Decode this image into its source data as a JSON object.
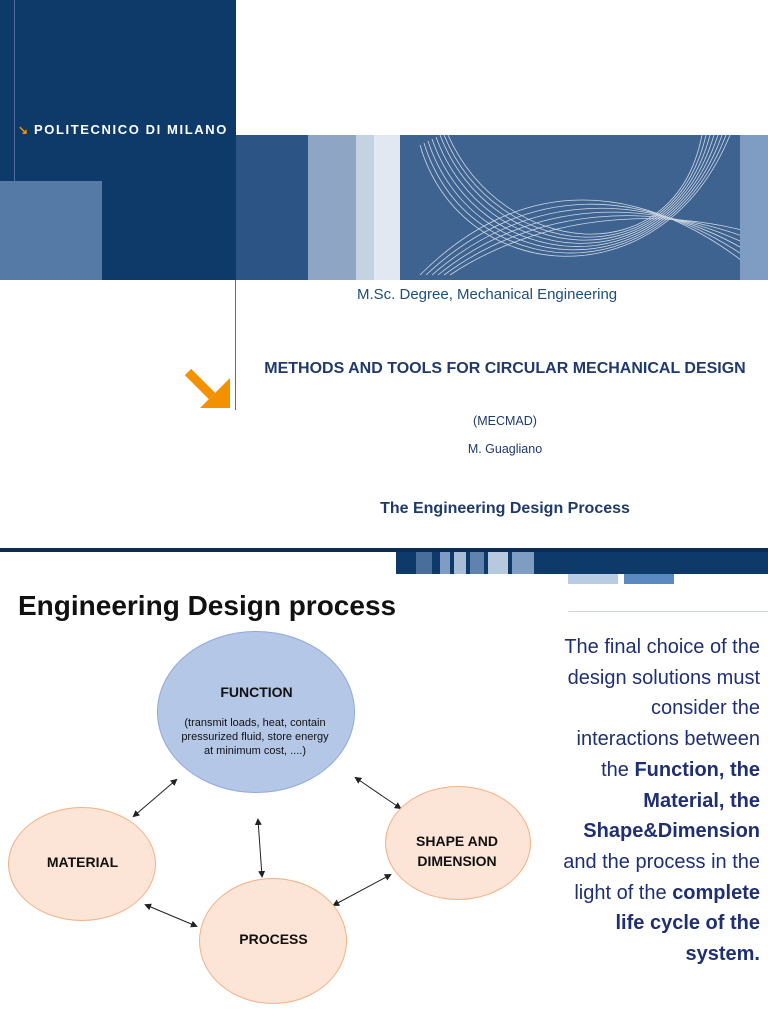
{
  "slide1": {
    "institution": "POLITECNICO DI MILANO",
    "degree": "M.Sc. Degree, Mechanical Engineering",
    "course_title": "METHODS AND TOOLS FOR CIRCULAR MECHANICAL DESIGN",
    "course_code": "(MECMAD)",
    "author": "M. Guagliano",
    "topic": "The Engineering Design Process"
  },
  "slide2": {
    "title": "Engineering Design process",
    "diagram": {
      "function_label": "FUNCTION",
      "function_desc": "(transmit loads, heat, contain pressurized fluid, store energy at minimum cost, ....)",
      "material_label": "MATERIAL",
      "shape_label": "SHAPE AND DIMENSION",
      "process_label": "PROCESS"
    },
    "note": {
      "part1": "The final choice of the design solutions must consider the interactions between the",
      "bold1": "Function, the Material, the Shape&Dimension",
      "part2": "and the process in the light of the",
      "bold2": "complete life cycle of the system."
    }
  },
  "colors": {
    "navy": "#0e3a6a",
    "accent_orange": "#f39200",
    "function_fill": "#b4c7e7",
    "peach_fill": "#fce4d6",
    "text_blue": "#1f2f73"
  }
}
